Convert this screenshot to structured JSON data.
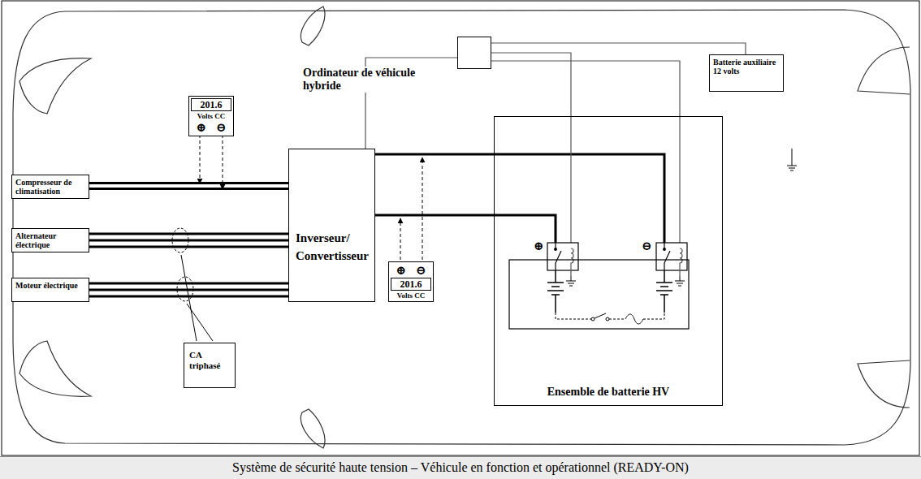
{
  "diagram": {
    "caption": "Système de sécurité haute tension – Véhicule en fonction et opérationnel (READY-ON)",
    "nodes": [
      {
        "text": [
          "201.6",
          "Volts CC",
          "⊕",
          "⊖"
        ]
      },
      {
        "text": [
          "Ordinateur de véhicule hybride"
        ]
      },
      {
        "text": [
          "Batterie auxiliaire 12 volts"
        ]
      },
      {
        "text": [
          "Compresseur de climatisation"
        ]
      },
      {
        "text": [
          "Alternateur électrique"
        ]
      },
      {
        "text": [
          "Moteur électrique"
        ]
      },
      {
        "text": [
          "Inverseur/ Convertisseur"
        ]
      },
      {
        "text": [
          "⊕",
          "⊖",
          "201.6",
          "Volts CC"
        ]
      },
      {
        "text": [
          "Ensemble de batterie HV"
        ]
      },
      {
        "text": [
          "CA triphasé"
        ]
      }
    ],
    "edges": [
      {
        "from": 3,
        "to": 6,
        "arrow": "none"
      },
      {
        "from": 4,
        "to": 6,
        "arrow": "none"
      },
      {
        "from": 5,
        "to": 6,
        "arrow": "none"
      },
      {
        "from": 6,
        "to": 8,
        "arrow": "none"
      },
      {
        "from": 6,
        "to": 8,
        "arrow": "none"
      },
      {
        "from": 6,
        "to": 1,
        "arrow": "none"
      },
      {
        "from": 1,
        "to": 2,
        "arrow": "none"
      },
      {
        "from": 1,
        "to": 8,
        "arrow": "none"
      },
      {
        "from": 1,
        "to": 8,
        "arrow": "none"
      }
    ],
    "labels": [
      "⊕",
      "⊖"
    ]
  }
}
